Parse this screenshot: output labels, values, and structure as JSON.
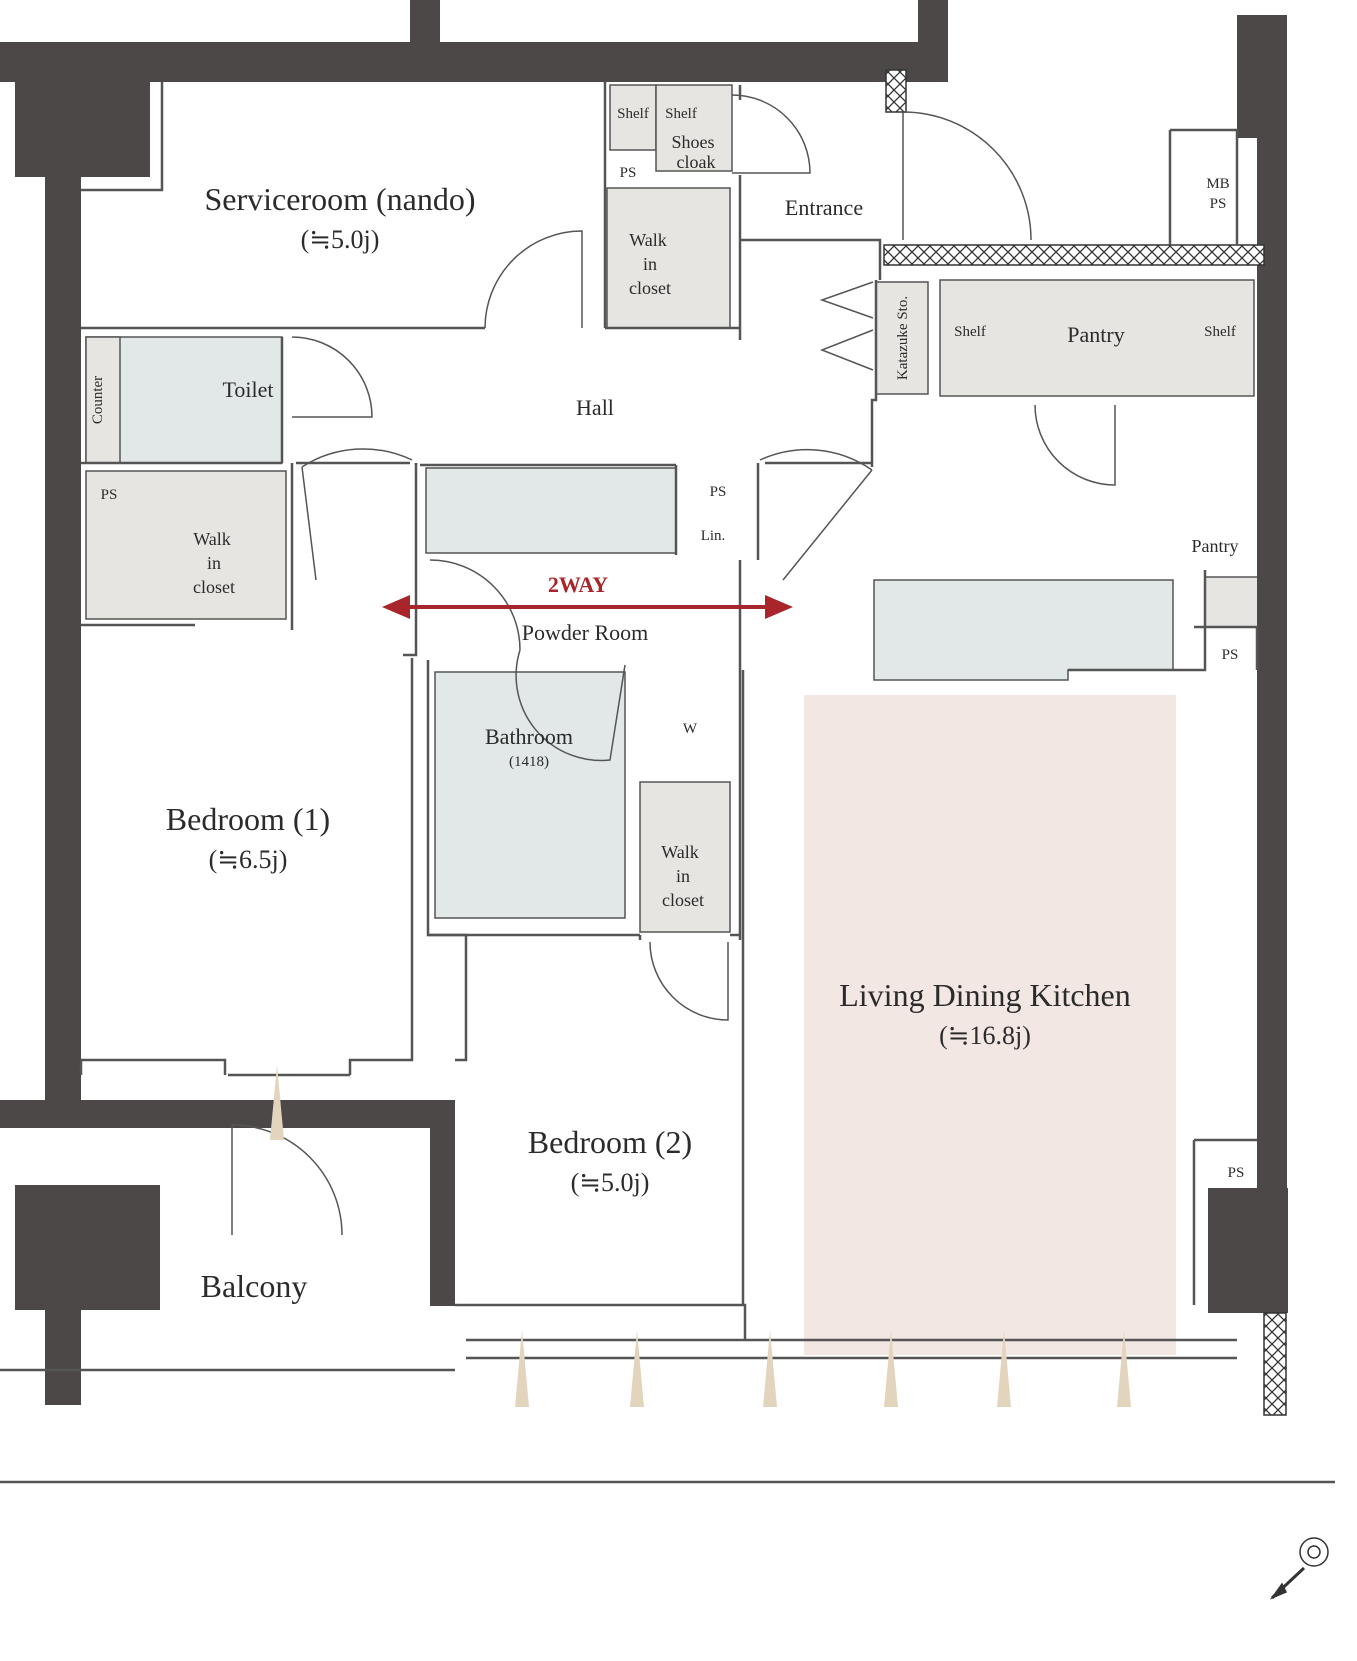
{
  "rooms": {
    "serviceroom": {
      "name": "Serviceroom (nando)",
      "area": "(≒5.0j)"
    },
    "bedroom1": {
      "name": "Bedroom (1)",
      "area": "(≒6.5j)"
    },
    "bedroom2": {
      "name": "Bedroom (2)",
      "area": "(≒5.0j)"
    },
    "ldk": {
      "name": "Living Dining Kitchen",
      "area": "(≒16.8j)"
    },
    "entrance": "Entrance",
    "hall": "Hall",
    "toilet": "Toilet",
    "powder_room": "Powder Room",
    "bathroom": {
      "name": "Bathroom",
      "size": "(1418)"
    },
    "balcony": "Balcony",
    "pantry_main": "Pantry",
    "pantry_kitchen": "Pantry"
  },
  "fixtures": {
    "shelf": "Shelf",
    "shoes_cloak": [
      "Shoes",
      "cloak"
    ],
    "walk_in_closet": [
      "Walk",
      "in",
      "closet"
    ],
    "ps": "PS",
    "mb_ps": [
      "MB",
      "PS"
    ],
    "counter": "Counter",
    "katazuke": "Katazuke Sto.",
    "linen": "Lin.",
    "washer": "W"
  },
  "annotations": {
    "two_way": "2WAY"
  },
  "colors": {
    "wall": "#4d4848",
    "ldk_fill": "#f2e7e3",
    "wet_area": "#e1e8e7",
    "storage": "#e7e5e1",
    "arrow": "#a8262b"
  }
}
